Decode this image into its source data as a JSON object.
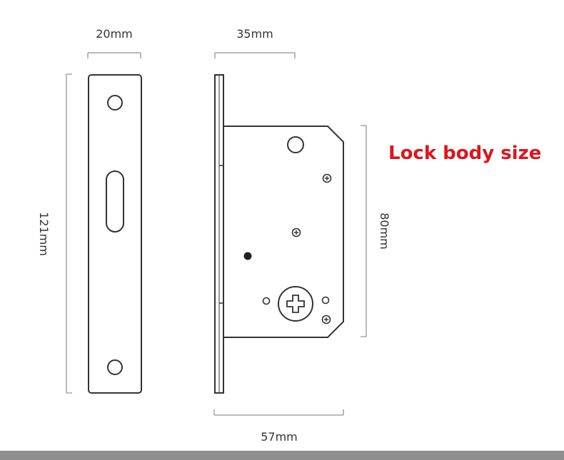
{
  "title": "Lock body size",
  "dimensions": {
    "faceplate_width": "20mm",
    "faceplate_height": "121mm",
    "body_depth": "35mm",
    "body_height": "80mm",
    "overall_width": "57mm"
  },
  "colors": {
    "title": "#e0141e",
    "outline": "#333333",
    "dimension_line": "#777777",
    "bottom_bar": "#8e8e8e",
    "background": "#ffffff"
  }
}
